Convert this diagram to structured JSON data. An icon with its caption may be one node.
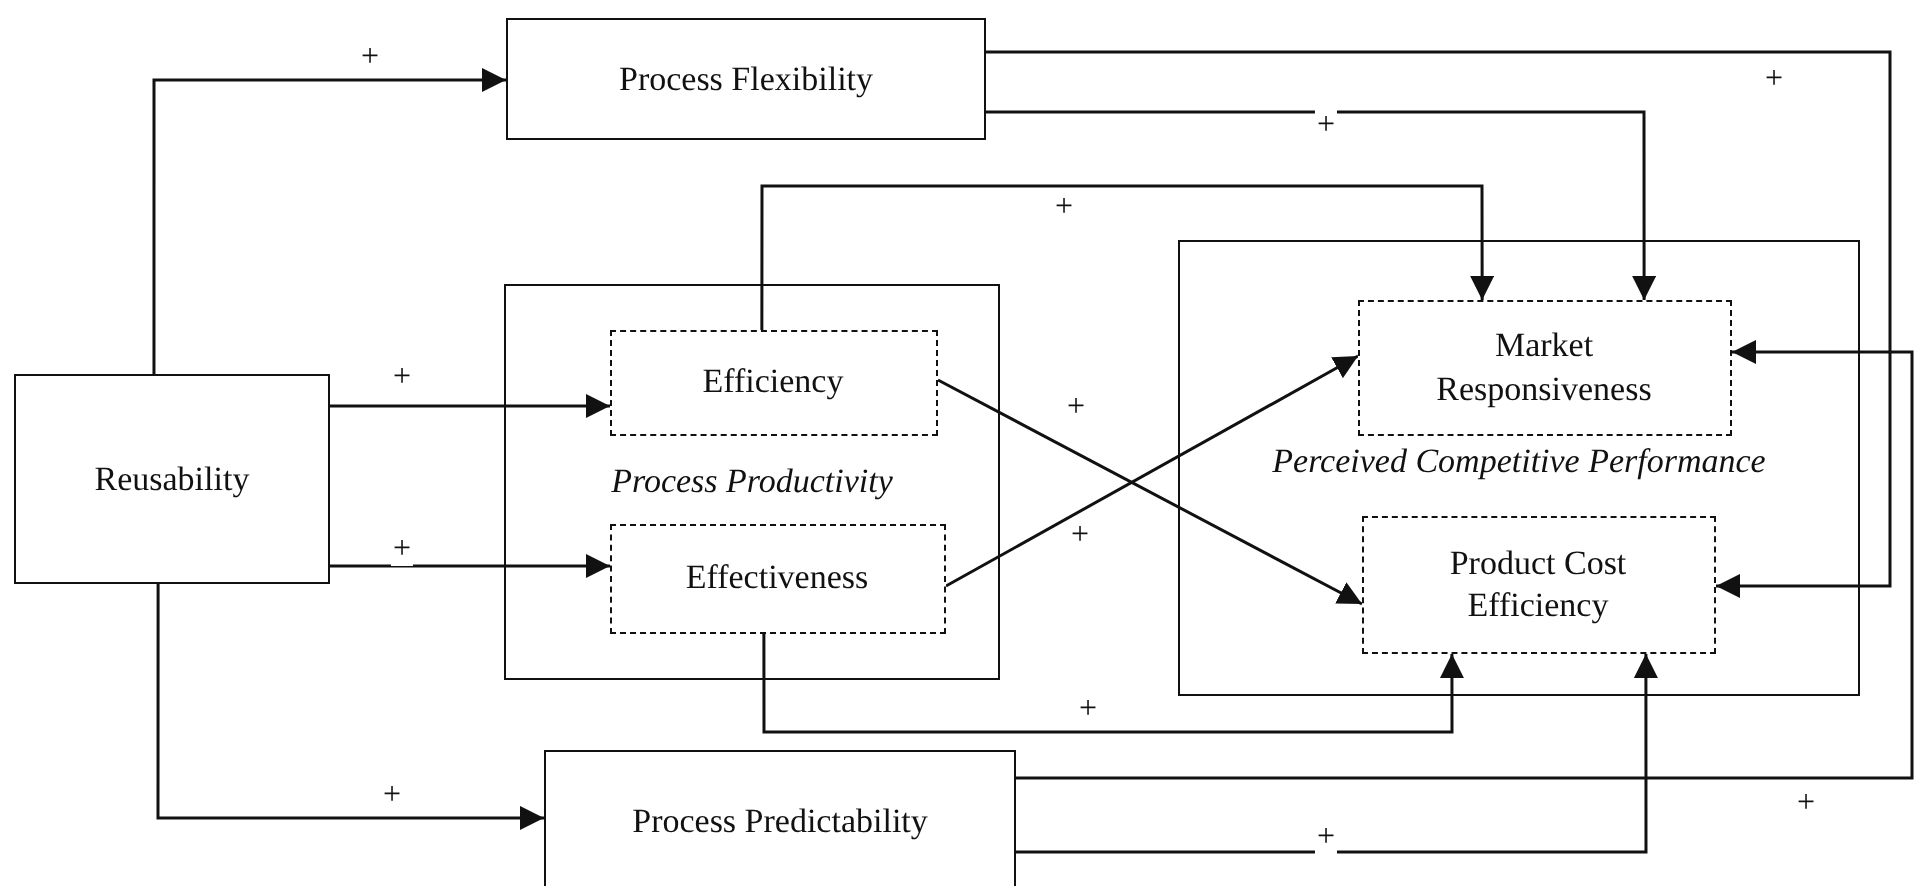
{
  "diagram": {
    "nodes": [
      {
        "text": [
          "Reusability"
        ]
      },
      {
        "text": [
          "Process Flexibility"
        ]
      },
      {
        "text": [
          "Process Productivity"
        ]
      },
      {
        "text": [
          "Efficiency"
        ],
        "in": 2
      },
      {
        "text": [
          "Effectiveness"
        ],
        "in": 2
      },
      {
        "text": [
          "Perceived Competitive Performance"
        ]
      },
      {
        "text": [
          "Market Responsiveness"
        ],
        "in": 5
      },
      {
        "text": [
          "Product Cost Efficiency"
        ],
        "in": 5
      },
      {
        "text": [
          "Process Predictability"
        ]
      }
    ],
    "edges": [
      {
        "from": 0,
        "to": 1,
        "arrow": "to",
        "label": "+"
      },
      {
        "from": 0,
        "to": 3,
        "arrow": "to",
        "label": "+"
      },
      {
        "from": 0,
        "to": 4,
        "arrow": "to",
        "label": "+"
      },
      {
        "from": 0,
        "to": 8,
        "arrow": "to",
        "label": "+"
      },
      {
        "from": 1,
        "to": 6,
        "arrow": "to",
        "label": "+"
      },
      {
        "from": 1,
        "to": 7,
        "arrow": "to",
        "label": "+"
      },
      {
        "from": 3,
        "to": 6,
        "arrow": "to",
        "label": "+"
      },
      {
        "from": 3,
        "to": 7,
        "arrow": "to",
        "label": "+"
      },
      {
        "from": 4,
        "to": 6,
        "arrow": "to",
        "label": "+"
      },
      {
        "from": 4,
        "to": 7,
        "arrow": "to",
        "label": "+"
      },
      {
        "from": 8,
        "to": 6,
        "arrow": "to",
        "label": "+"
      },
      {
        "from": 8,
        "to": 7,
        "arrow": "to",
        "label": "+"
      }
    ]
  }
}
